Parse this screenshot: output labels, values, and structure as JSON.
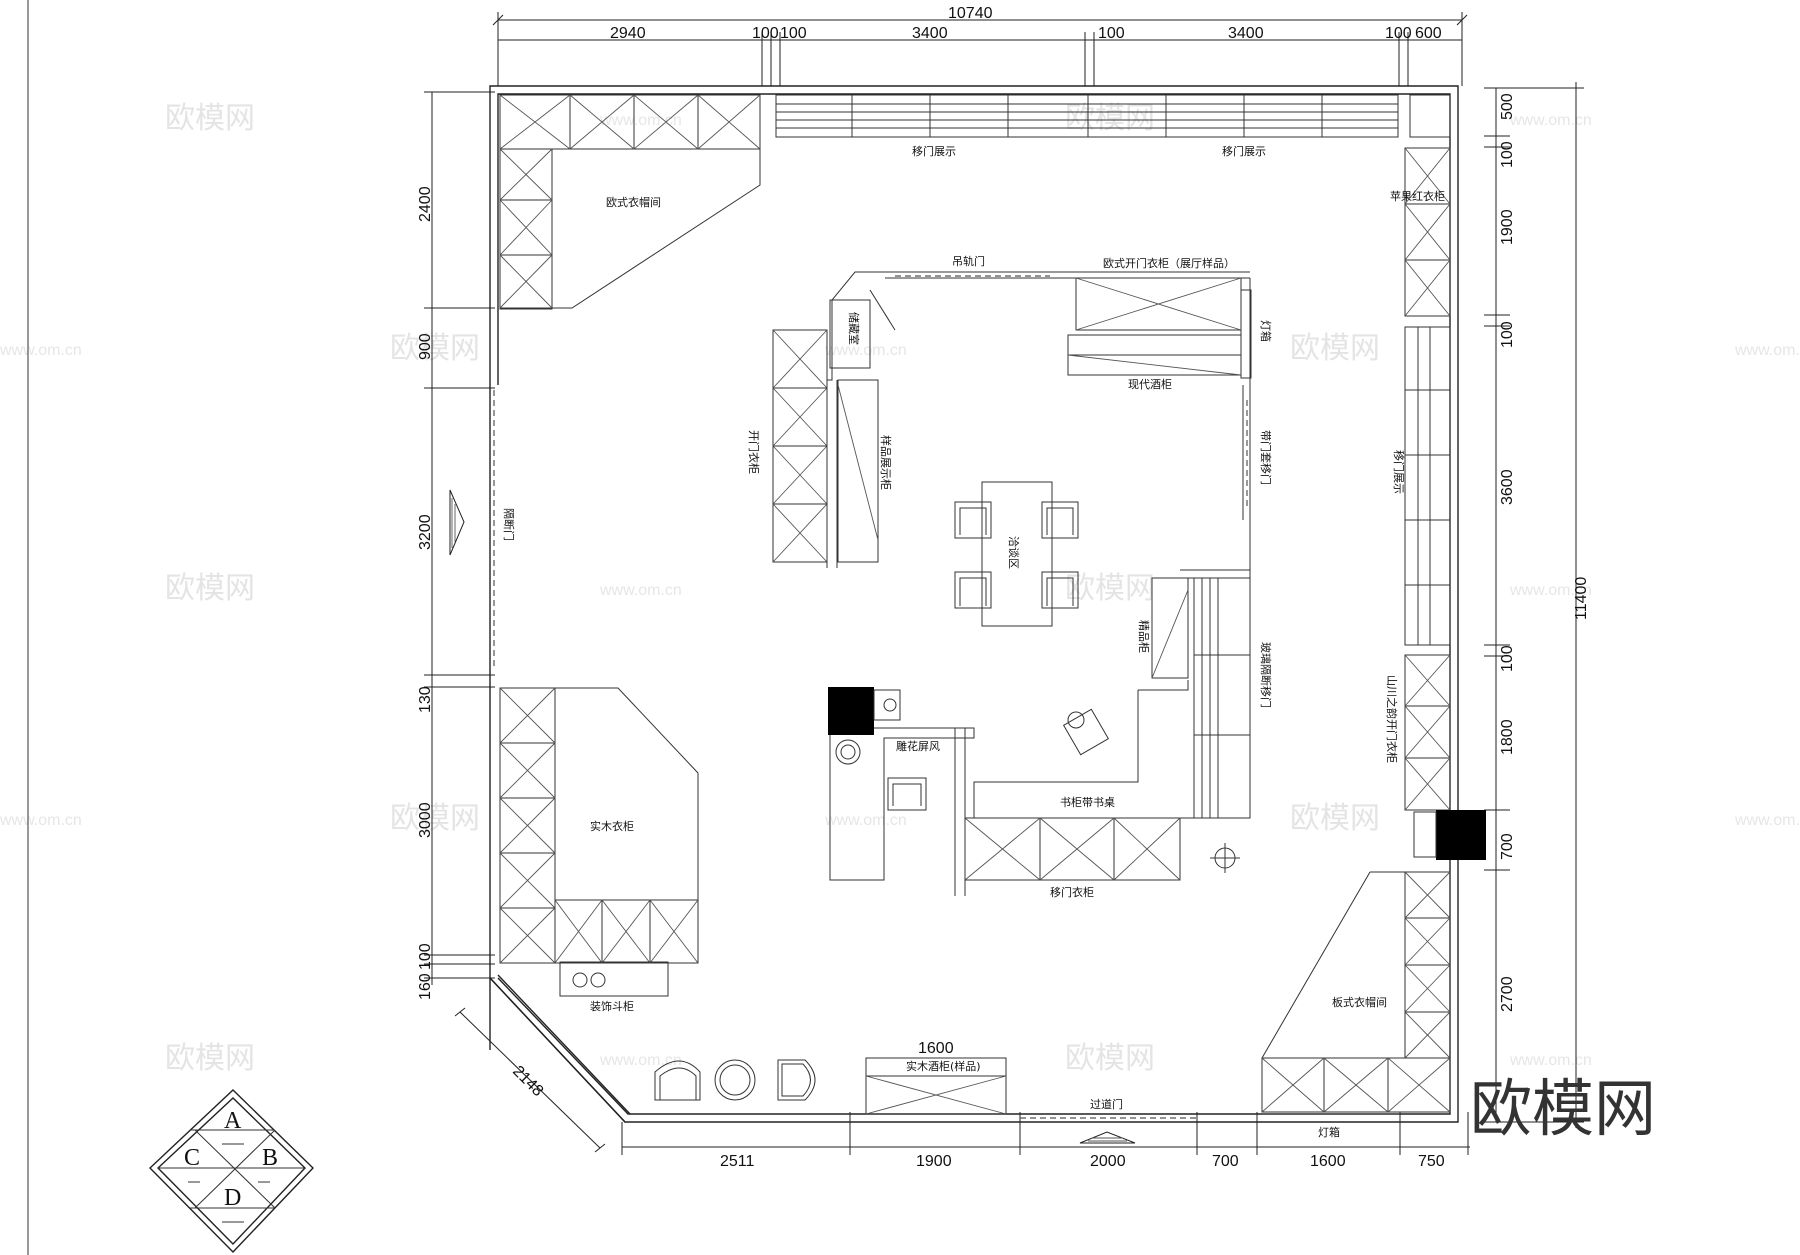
{
  "dimensions": {
    "top_total": "10740",
    "top": [
      "2940",
      "100",
      "100",
      "3400",
      "100",
      "3400",
      "100",
      "600"
    ],
    "right_total": "11400",
    "right": [
      "500",
      "100",
      "1900",
      "100",
      "3600",
      "100",
      "1800",
      "700",
      "2700"
    ],
    "left": [
      "2400",
      "900",
      "3200",
      "130",
      "3000",
      "100",
      "160"
    ],
    "bottom": [
      "2511",
      "1900",
      "2000",
      "700",
      "1600",
      "750"
    ],
    "diagonal": "2148",
    "bar_cabinet": "1600"
  },
  "rooms": {
    "euro_cloakroom": "欧式衣帽间",
    "sliding_display_1": "移门展示",
    "sliding_display_2": "移门展示",
    "apple_red_wardrobe": "苹果红衣柜",
    "sliding_display_right": "移门展示",
    "shanchuan_wardrobe": "山川之韵开门衣柜",
    "panel_cloakroom": "板式衣帽间",
    "light_box_bottom": "灯箱",
    "passage_door": "过道门",
    "bar_cabinet": "实木酒柜(样品)",
    "deco_cabinet": "装饰斗柜",
    "solid_wardrobe": "实木衣柜",
    "partition_door": "隔断门",
    "hinged_wardrobe": "开门衣柜",
    "storage_room": "储藏室",
    "sample_display": "样品展示柜",
    "hanging_door": "吊轨门",
    "euro_hinged_wardrobe": "欧式开门衣柜（展厅样品）",
    "light_box_right": "灯箱",
    "modern_wine_cabinet": "现代酒柜",
    "door_cover_sliding": "带门套移门",
    "meeting_area": "洽谈区",
    "boutique_cabinet": "精品柜",
    "glass_partition": "玻璃隔断移门",
    "carved_screen": "雕花屏风",
    "bookcase_desk": "书柜带书桌",
    "sliding_wardrobe": "移门衣柜"
  },
  "compass": {
    "a": "A",
    "b": "B",
    "c": "C",
    "d": "D"
  },
  "watermark": {
    "text": "欧模网",
    "url": "www.om.cn",
    "brand": "欧模网"
  }
}
